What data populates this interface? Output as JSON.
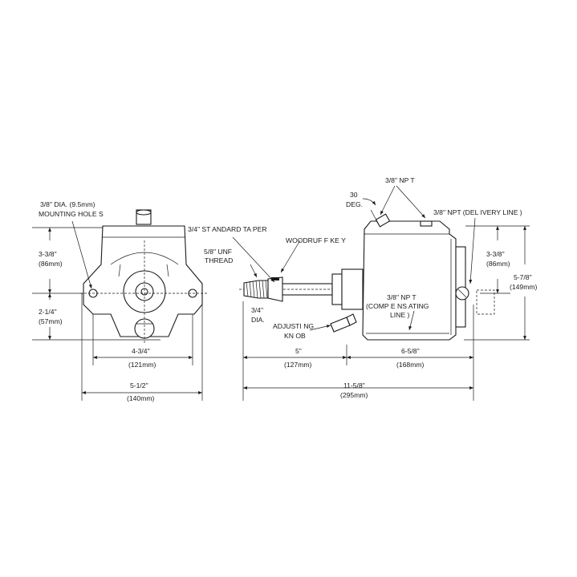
{
  "labels": {
    "mounting_holes_1": "3/8\" DIA. (9.5mm)",
    "mounting_holes_2": "MOUNTING HOLE S",
    "taper": "3/4\" ST ANDARD TA  PER",
    "unf_1": "5/8\" UNF",
    "unf_2": "THREAD",
    "woodruff": "WOODRUF  F KE Y",
    "dia_1": "3/4\"",
    "dia_2": "DIA.",
    "knob_1": "ADJUSTI NG",
    "knob_2": "KN OB",
    "npt_top": "3/8\" NP T",
    "angle_1": "30",
    "angle_2": "DEG.",
    "delivery": "3/8\" NPT   (DEL IVERY   LINE )",
    "comp_1": "3/8\" NP T",
    "comp_2": "(COMP E NS ATING",
    "comp_3": "LINE  )"
  },
  "dimensions": {
    "left_upper": {
      "value": "3-3/8\"",
      "metric": "(86mm)"
    },
    "left_lower": {
      "value": "2-1/4\"",
      "metric": "(57mm)"
    },
    "hole_spacing": {
      "value": "4-3/4\"",
      "metric": "(121mm)"
    },
    "overall_width": {
      "value": "5-1/2\"",
      "metric": "(140mm)"
    },
    "shaft_length": {
      "value": "5\"",
      "metric": "(127mm)"
    },
    "body_length": {
      "value": "6-5/8\"",
      "metric": "(168mm)"
    },
    "overall_length": {
      "value": "11-5/8\"",
      "metric": "(295mm)"
    },
    "right_upper": {
      "value": "3-3/8\"",
      "metric": "(86mm)"
    },
    "right_total": {
      "value": "5-7/8\"",
      "metric": "(149mm)"
    }
  }
}
